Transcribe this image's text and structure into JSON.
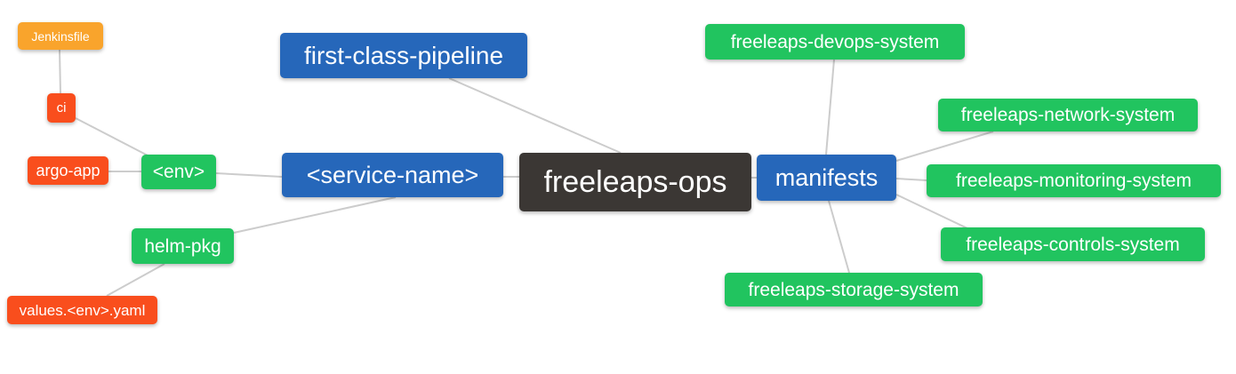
{
  "diagram": {
    "title": "freeleaps-ops mind map",
    "root": "freeleaps-ops",
    "nodes": [
      {
        "id": "jenkinsfile",
        "label": "Jenkinsfile",
        "role": "orange"
      },
      {
        "id": "ci",
        "label": "ci",
        "role": "red"
      },
      {
        "id": "argo-app",
        "label": "argo-app",
        "role": "red"
      },
      {
        "id": "env",
        "label": "<env>",
        "role": "green"
      },
      {
        "id": "first-class-pipeline",
        "label": "first-class-pipeline",
        "role": "blue"
      },
      {
        "id": "service-name",
        "label": "<service-name>",
        "role": "blue"
      },
      {
        "id": "helm-pkg",
        "label": "helm-pkg",
        "role": "green"
      },
      {
        "id": "values-env-yaml",
        "label": "values.<env>.yaml",
        "role": "red"
      },
      {
        "id": "freeleaps-ops",
        "label": "freeleaps-ops",
        "role": "dark"
      },
      {
        "id": "manifests",
        "label": "manifests",
        "role": "blue"
      },
      {
        "id": "devops-system",
        "label": "freeleaps-devops-system",
        "role": "green"
      },
      {
        "id": "network-system",
        "label": "freeleaps-network-system",
        "role": "green"
      },
      {
        "id": "monitoring-system",
        "label": "freeleaps-monitoring-system",
        "role": "green"
      },
      {
        "id": "controls-system",
        "label": "freeleaps-controls-system",
        "role": "green"
      },
      {
        "id": "storage-system",
        "label": "freeleaps-storage-system",
        "role": "green"
      }
    ],
    "edges": [
      {
        "from": "jenkinsfile",
        "to": "ci"
      },
      {
        "from": "ci",
        "to": "env"
      },
      {
        "from": "argo-app",
        "to": "env"
      },
      {
        "from": "env",
        "to": "service-name"
      },
      {
        "from": "helm-pkg",
        "to": "service-name"
      },
      {
        "from": "helm-pkg",
        "to": "values-env-yaml"
      },
      {
        "from": "first-class-pipeline",
        "to": "freeleaps-ops"
      },
      {
        "from": "service-name",
        "to": "freeleaps-ops"
      },
      {
        "from": "freeleaps-ops",
        "to": "manifests"
      },
      {
        "from": "manifests",
        "to": "devops-system"
      },
      {
        "from": "manifests",
        "to": "network-system"
      },
      {
        "from": "manifests",
        "to": "monitoring-system"
      },
      {
        "from": "manifests",
        "to": "controls-system"
      },
      {
        "from": "manifests",
        "to": "storage-system"
      }
    ]
  },
  "colors": {
    "blue": "#2667ba",
    "green": "#21c45f",
    "orange": "#f9a42c",
    "red": "#f94e1d",
    "dark": "#3b3734",
    "edge": "#cccccc",
    "text": "#ffffff",
    "background": "#ffffff"
  }
}
